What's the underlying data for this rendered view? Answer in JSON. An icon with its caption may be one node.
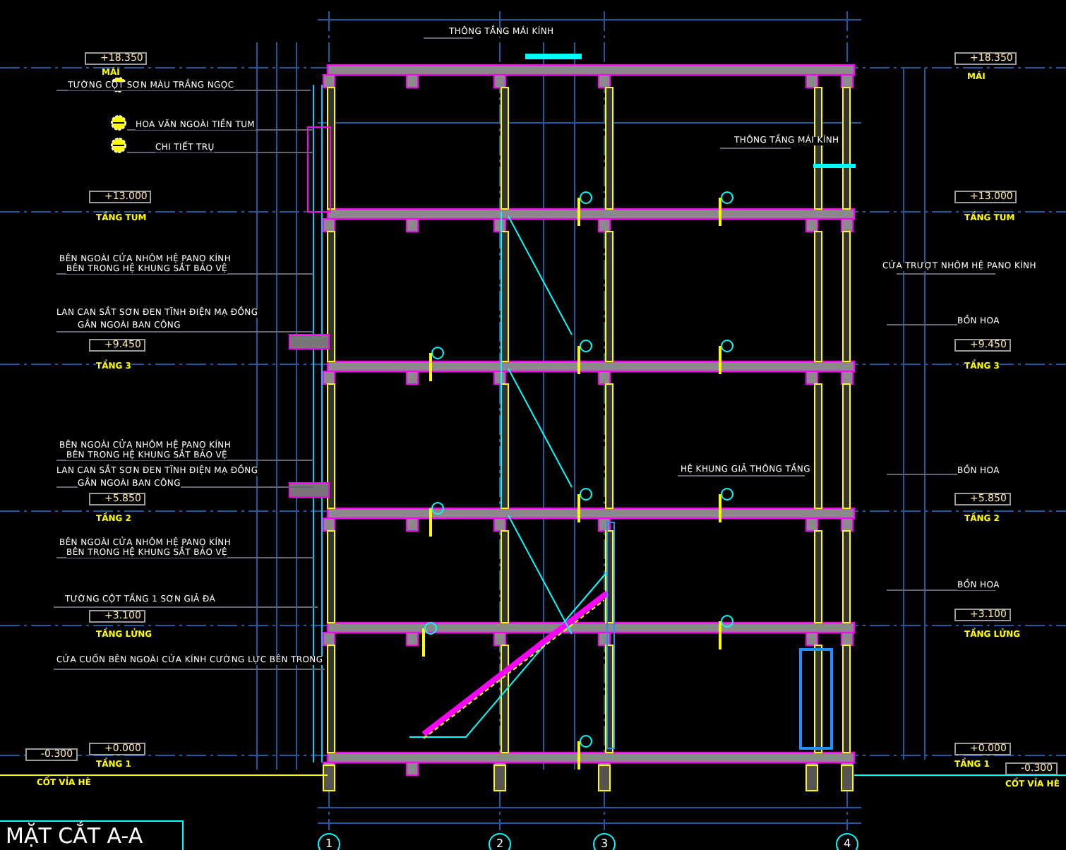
{
  "diagram": {
    "title": "MẶT CẮT A-A",
    "labels": [
      "THÔNG TẦNG MÁI KÍNH",
      "+18.350",
      "MÁI",
      "+18.350",
      "MÁI",
      "TƯỜNG CỘT SƠN MÀU TRẮNG NGỌC",
      "HOA VĂN NGOÀI TIỀN TUM",
      "CHI TIẾT TRỤ",
      "THÔNG TẦNG MÁI KÍNH",
      "+13.000",
      "TẦNG TUM",
      "+13.000",
      "TẦNG TUM",
      "BÊN NGOÀI CỬA NHÔM HỆ PANO KÍNH",
      "BÊN TRONG HỆ KHUNG SẮT BẢO VỆ",
      "CỬA TRƯỢT NHÔM HỆ PANO KÍNH",
      "LAN CAN SẮT SƠN ĐEN TĨNH ĐIỆN MẠ ĐỒNG",
      "GẮN NGOÀI BAN CÔNG",
      "BỒN HOA",
      "+9.450",
      "TẦNG 3",
      "+9.450",
      "TẦNG 3",
      "BÊN NGOÀI CỬA NHÔM HỆ PANO KÍNH",
      "BÊN TRONG HỆ KHUNG SẮT BẢO VỆ",
      "LAN CAN SẮT SƠN ĐEN TĨNH ĐIỆN MẠ ĐỒNG",
      "HỆ KHUNG GIẢ THÔNG TẦNG",
      "BỒN HOA",
      "GẮN NGOÀI BAN CÔNG",
      "+5.850",
      "TẦNG 2",
      "+5.850",
      "TẦNG 2",
      "BÊN NGOÀI CỬA NHÔM HỆ PANO KÍNH",
      "BÊN TRONG HỆ KHUNG SẮT BẢO VỆ",
      "BỒN HOA",
      "TƯỜNG CỘT TẦNG 1 SƠN GIẢ ĐÁ",
      "+3.100",
      "TẦNG LỬNG",
      "+3.100",
      "TẦNG LỬNG",
      "CỬA CUỐN BÊN NGOÀI CỬA KÍNH CƯỜNG LỰC BÊN TRONG",
      "+0.000",
      "TẦNG 1",
      "+0.000",
      "TẦNG 1",
      "-0.300",
      "CỐT VỈA HÈ",
      "-0.300",
      "CỐT VỈA HÈ",
      "1",
      "2",
      "3",
      "4"
    ]
  }
}
